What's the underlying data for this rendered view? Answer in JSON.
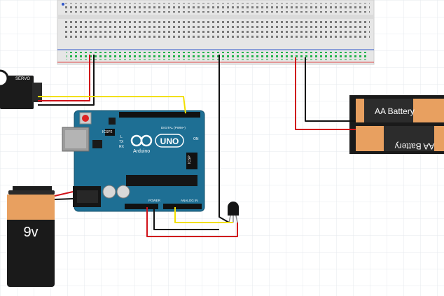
{
  "components": {
    "breadboard": {
      "name": "breadboard"
    },
    "servo": {
      "label": "SERVO"
    },
    "arduino": {
      "brand": "Arduino",
      "model": "UNO",
      "icsp2_label": "ICSP2",
      "icsp_label": "ICSP",
      "digital_label": "DIGITAL (PWM~)",
      "power_label": "POWER",
      "analog_label": "ANALOG IN",
      "tx_label": "TX",
      "rx_label": "RX",
      "l_label": "L",
      "on_label": "ON"
    },
    "battery_9v": {
      "label": "9v"
    },
    "aa_pack": {
      "cell_top_label": "AA Battery",
      "cell_bottom_label": "AA Battery"
    },
    "sensor": {
      "name": "temperature-sensor"
    }
  },
  "colors": {
    "grid": "#e4e8ee",
    "board_blue": "#1e6f94",
    "breadboard": "#e6e6e6",
    "wire_red": "#d0121a",
    "wire_black": "#111111",
    "wire_yellow": "#f2e000",
    "battery_orange": "#e8a060"
  }
}
